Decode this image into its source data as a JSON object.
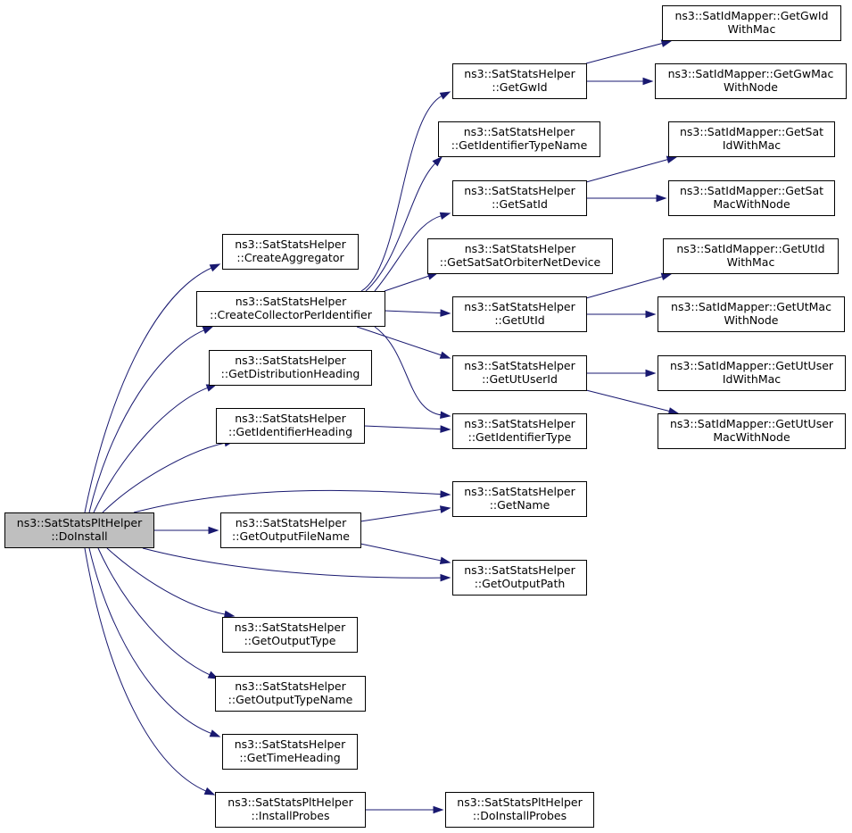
{
  "nodes": {
    "doinstall": [
      "ns3::SatStatsPltHelper",
      "::DoInstall"
    ],
    "create_aggregator": [
      "ns3::SatStatsHelper",
      "::CreateAggregator"
    ],
    "create_collector": [
      "ns3::SatStatsHelper",
      "::CreateCollectorPerIdentifier"
    ],
    "get_distribution_heading": [
      "ns3::SatStatsHelper",
      "::GetDistributionHeading"
    ],
    "get_identifier_heading": [
      "ns3::SatStatsHelper",
      "::GetIdentifierHeading"
    ],
    "get_output_file_name": [
      "ns3::SatStatsHelper",
      "::GetOutputFileName"
    ],
    "get_output_type": [
      "ns3::SatStatsHelper",
      "::GetOutputType"
    ],
    "get_output_type_name": [
      "ns3::SatStatsHelper",
      "::GetOutputTypeName"
    ],
    "get_time_heading": [
      "ns3::SatStatsHelper",
      "::GetTimeHeading"
    ],
    "install_probes": [
      "ns3::SatStatsPltHelper",
      "::InstallProbes"
    ],
    "get_gw_id": [
      "ns3::SatStatsHelper",
      "::GetGwId"
    ],
    "get_identifier_type_name": [
      "ns3::SatStatsHelper",
      "::GetIdentifierTypeName"
    ],
    "get_sat_id": [
      "ns3::SatStatsHelper",
      "::GetSatId"
    ],
    "get_sat_orbiter": [
      "ns3::SatStatsHelper",
      "::GetSatSatOrbiterNetDevice"
    ],
    "get_ut_id": [
      "ns3::SatStatsHelper",
      "::GetUtId"
    ],
    "get_ut_user_id": [
      "ns3::SatStatsHelper",
      "::GetUtUserId"
    ],
    "get_identifier_type": [
      "ns3::SatStatsHelper",
      "::GetIdentifierType"
    ],
    "get_name": [
      "ns3::SatStatsHelper",
      "::GetName"
    ],
    "get_output_path": [
      "ns3::SatStatsHelper",
      "::GetOutputPath"
    ],
    "do_install_probes": [
      "ns3::SatStatsPltHelper",
      "::DoInstallProbes"
    ],
    "gw_id_with_mac": [
      "ns3::SatIdMapper::GetGwId",
      "WithMac"
    ],
    "gw_mac_with_node": [
      "ns3::SatIdMapper::GetGwMac",
      "WithNode"
    ],
    "sat_id_with_mac": [
      "ns3::SatIdMapper::GetSat",
      "IdWithMac"
    ],
    "sat_mac_with_node": [
      "ns3::SatIdMapper::GetSat",
      "MacWithNode"
    ],
    "ut_id_with_mac": [
      "ns3::SatIdMapper::GetUtId",
      "WithMac"
    ],
    "ut_mac_with_node": [
      "ns3::SatIdMapper::GetUtMac",
      "WithNode"
    ],
    "ut_user_id_with_mac": [
      "ns3::SatIdMapper::GetUtUser",
      "IdWithMac"
    ],
    "ut_user_mac_with_node": [
      "ns3::SatIdMapper::GetUtUser",
      "MacWithNode"
    ]
  },
  "edges": [
    [
      "doinstall",
      "create_aggregator"
    ],
    [
      "doinstall",
      "create_collector"
    ],
    [
      "doinstall",
      "get_distribution_heading"
    ],
    [
      "doinstall",
      "get_identifier_heading"
    ],
    [
      "doinstall",
      "get_name"
    ],
    [
      "doinstall",
      "get_output_file_name"
    ],
    [
      "doinstall",
      "get_output_path"
    ],
    [
      "doinstall",
      "get_output_type"
    ],
    [
      "doinstall",
      "get_output_type_name"
    ],
    [
      "doinstall",
      "get_time_heading"
    ],
    [
      "doinstall",
      "install_probes"
    ],
    [
      "create_collector",
      "get_gw_id"
    ],
    [
      "create_collector",
      "get_identifier_type_name"
    ],
    [
      "create_collector",
      "get_sat_id"
    ],
    [
      "create_collector",
      "get_sat_orbiter"
    ],
    [
      "create_collector",
      "get_ut_id"
    ],
    [
      "create_collector",
      "get_ut_user_id"
    ],
    [
      "create_collector",
      "get_identifier_type"
    ],
    [
      "get_identifier_heading",
      "get_identifier_type"
    ],
    [
      "get_output_file_name",
      "get_name"
    ],
    [
      "get_output_file_name",
      "get_output_path"
    ],
    [
      "install_probes",
      "do_install_probes"
    ],
    [
      "get_gw_id",
      "gw_id_with_mac"
    ],
    [
      "get_gw_id",
      "gw_mac_with_node"
    ],
    [
      "get_sat_id",
      "sat_id_with_mac"
    ],
    [
      "get_sat_id",
      "sat_mac_with_node"
    ],
    [
      "get_ut_id",
      "ut_id_with_mac"
    ],
    [
      "get_ut_id",
      "ut_mac_with_node"
    ],
    [
      "get_ut_user_id",
      "ut_user_id_with_mac"
    ],
    [
      "get_ut_user_id",
      "ut_user_mac_with_node"
    ]
  ]
}
